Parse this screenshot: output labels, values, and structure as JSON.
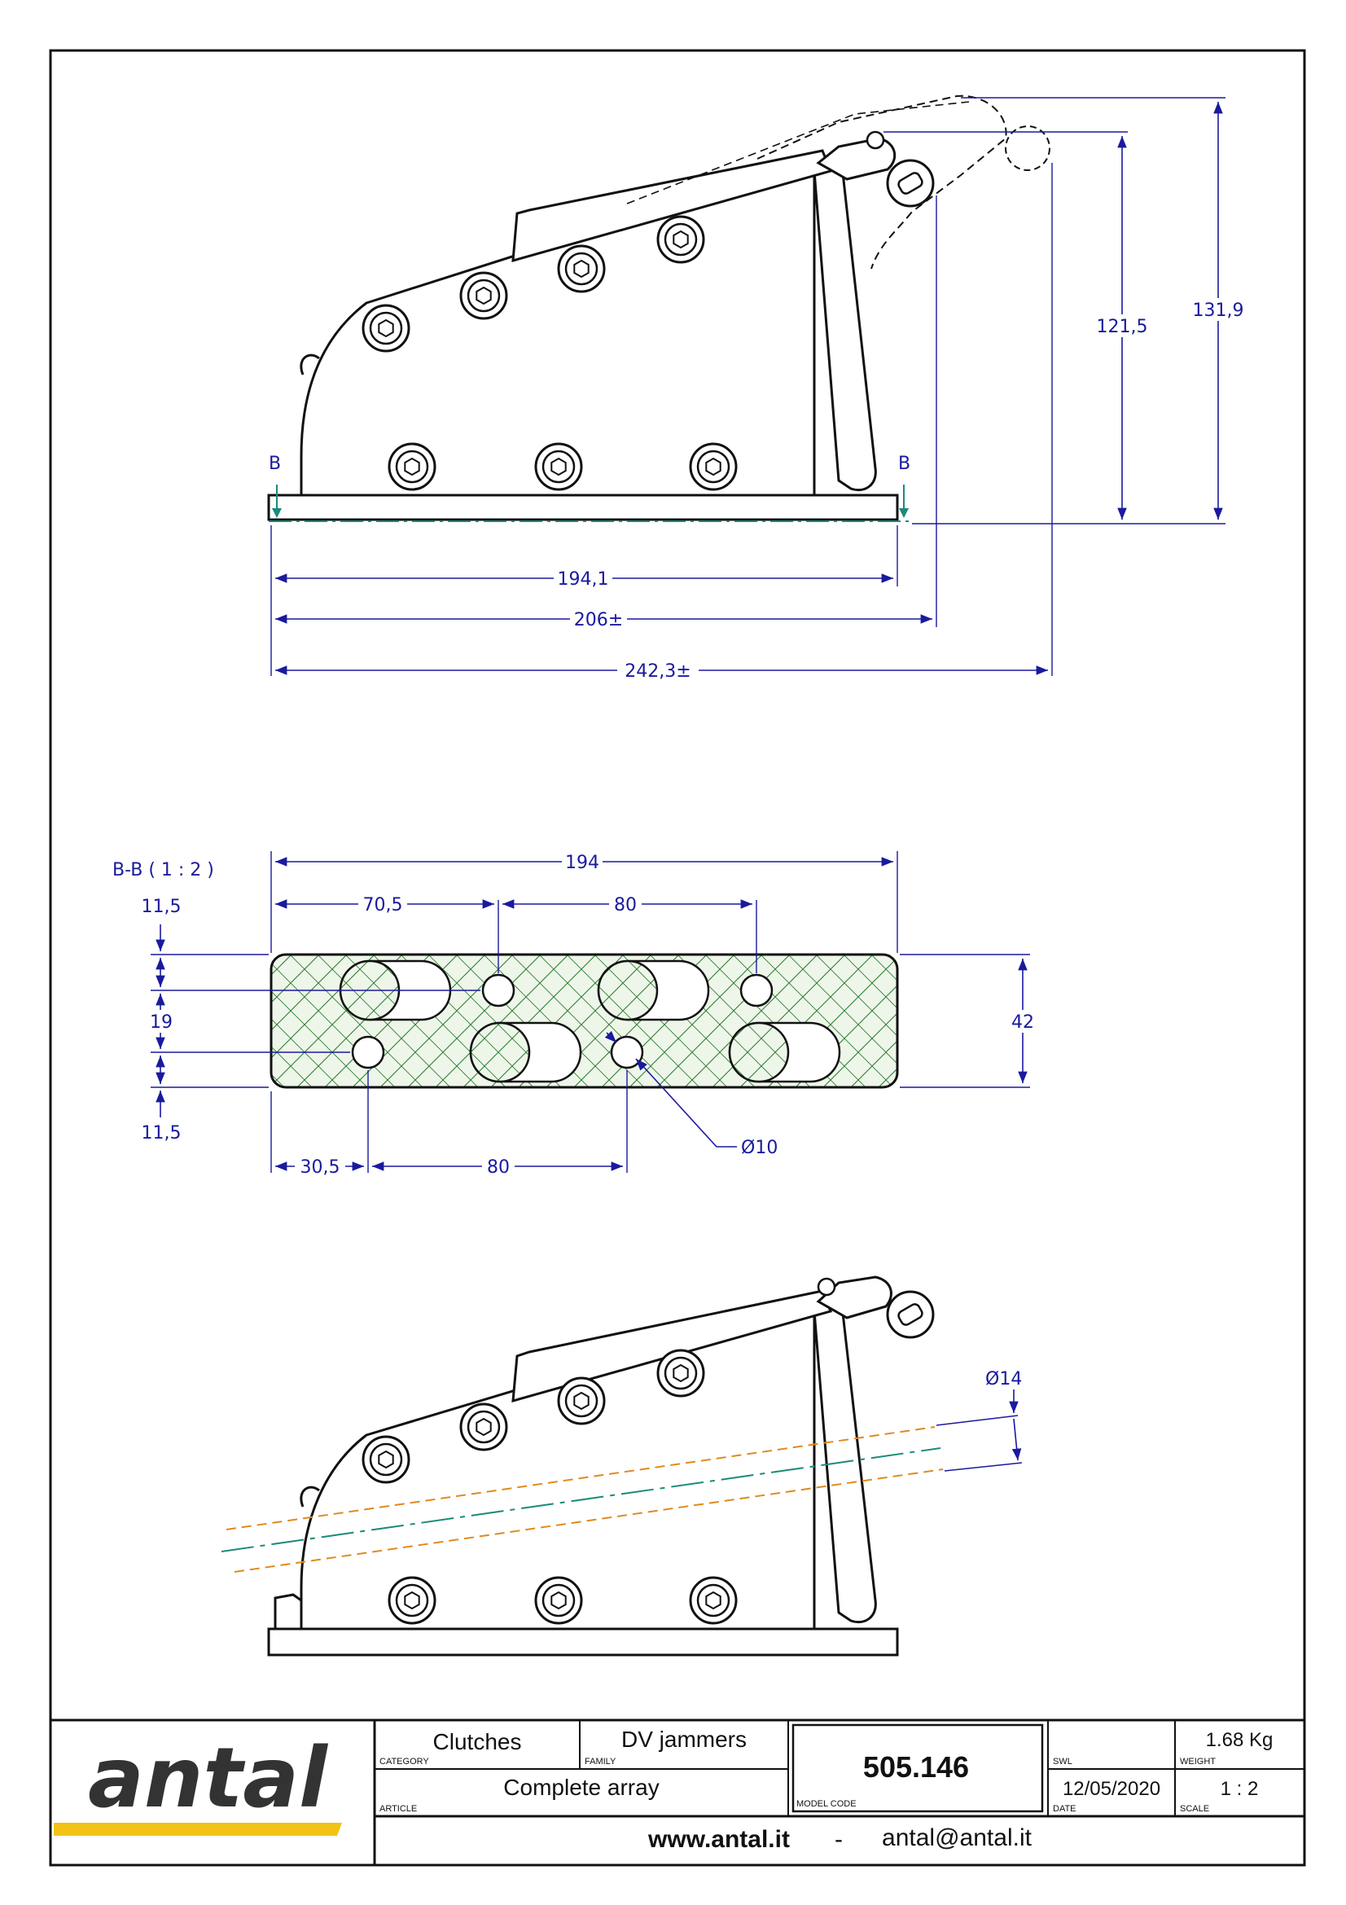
{
  "views": {
    "side_view": {
      "section_marks": [
        "B",
        "B"
      ],
      "dimensions": {
        "length_base": "194,1",
        "length_open": "206±",
        "length_max": "242,3±",
        "height_closed": "121,5",
        "height_open": "131,9"
      }
    },
    "section_view": {
      "title": "B-B ( 1 : 2 )",
      "dimensions": {
        "total_length": "194",
        "first_hole": "70,5",
        "hole_pitch_top": "80",
        "edge_top": "11,5",
        "row_spacing": "19",
        "edge_bottom": "11,5",
        "width": "42",
        "first_hole_bottom": "30,5",
        "hole_pitch_bottom": "80",
        "hole_diameter": "Ø10"
      }
    },
    "line_view": {
      "dimensions": {
        "rope_diameter": "Ø14"
      }
    }
  },
  "title_block": {
    "logo": "antal",
    "category": {
      "value": "Clutches",
      "label": "CATEGORY"
    },
    "family": {
      "value": "DV jammers",
      "label": "FAMILY"
    },
    "article": {
      "value": "Complete array",
      "label": "ARTICLE"
    },
    "model_code": {
      "value": "505.146",
      "label": "MODEL CODE"
    },
    "swl": {
      "value": "",
      "label": "SWL"
    },
    "weight": {
      "value": "1.68 Kg",
      "label": "WEIGHT"
    },
    "date": {
      "value": "12/05/2020",
      "label": "DATE"
    },
    "scale": {
      "value": "1 : 2",
      "label": "SCALE"
    },
    "website": "www.antal.it",
    "separator": "-",
    "email": "antal@antal.it"
  },
  "colors": {
    "dimension": "#1a1a9e",
    "hatch": "#2e7d32",
    "centerline": "#1a8a7a",
    "rope": "#e08a1e",
    "logo_bar": "#f2c314"
  }
}
